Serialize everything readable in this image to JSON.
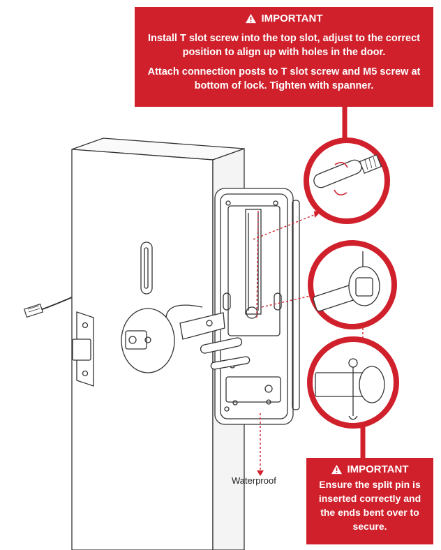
{
  "colors": {
    "accent": "#d0202c",
    "line": "#333333"
  },
  "callouts": {
    "top": {
      "icon": "warning-icon",
      "header": "IMPORTANT",
      "lines": [
        "Install T slot screw into the top slot, adjust to the correct position to align up with holes in the door.",
        "Attach connection posts to T slot screw and M5 screw at bottom of lock. Tighten with spanner."
      ]
    },
    "bottom": {
      "icon": "warning-icon",
      "header": "IMPORTANT",
      "text": "Ensure the split pin is inserted correctly and the ends bent over to secure."
    }
  },
  "labels": {
    "waterproof": "Waterproof"
  }
}
